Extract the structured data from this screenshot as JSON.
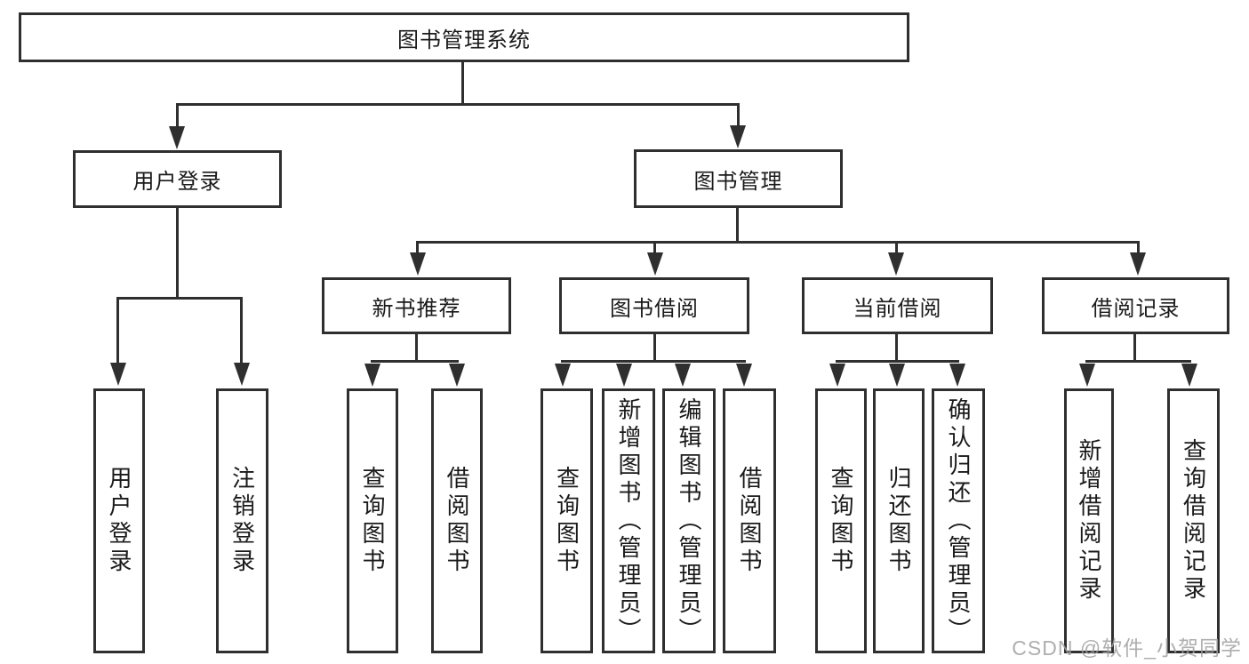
{
  "nodes": {
    "root": "图书管理系统",
    "level2": [
      "用户登录",
      "图书管理"
    ],
    "level3": [
      "新书推荐",
      "图书借阅",
      "当前借阅",
      "借阅记录"
    ]
  },
  "leaves": [
    "用户登录",
    "注销登录",
    "查询图书",
    "借阅图书",
    "查询图书",
    "新增图书（管理员）",
    "编辑图书（管理员）",
    "借阅图书",
    "查询图书",
    "归还图书",
    "确认归还（管理员）",
    "新增借阅记录",
    "查询借阅记录"
  ],
  "watermark": "CSDN @软件_小贺同学",
  "colors": {
    "line": "#2f2f2f",
    "text": "#1a1a1a",
    "watermark": "#a0a0a0",
    "background": "#ffffff"
  }
}
